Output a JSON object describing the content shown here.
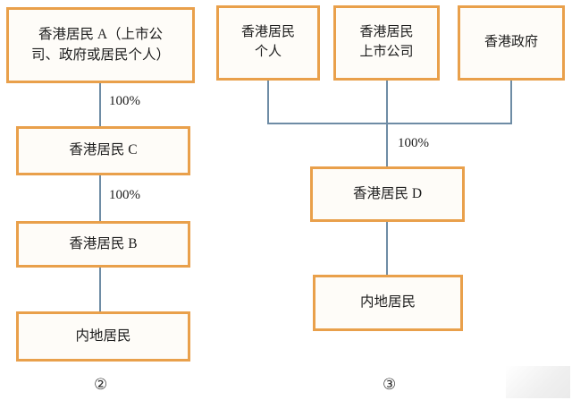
{
  "diagram": {
    "background_color": "#ffffff",
    "box_border_color": "#E9A04B",
    "box_fill_color": "#FEFCF8",
    "connector_color": "#6E8CA5",
    "charts": [
      {
        "id": "diagram-2",
        "figure_label": "②",
        "nodes": [
          {
            "id": "hk-a",
            "text": "香港居民 A（上市公\n司、政府或居民个人）",
            "line1": "香港居民 A（上市公",
            "line2": "司、政府或居民个人）"
          },
          {
            "id": "hk-c",
            "text": "香港居民 C"
          },
          {
            "id": "hk-b",
            "text": "香港居民 B"
          },
          {
            "id": "mainland-resident",
            "text": "内地居民"
          }
        ],
        "edges": [
          {
            "from": "hk-a",
            "to": "hk-c",
            "label": "100%"
          },
          {
            "from": "hk-c",
            "to": "hk-b",
            "label": "100%"
          },
          {
            "from": "hk-b",
            "to": "mainland-resident",
            "label": ""
          }
        ]
      },
      {
        "id": "diagram-3",
        "figure_label": "③",
        "nodes": [
          {
            "id": "hk-individual",
            "text": "香港居民\n个人",
            "line1": "香港居民",
            "line2": "个人"
          },
          {
            "id": "hk-listed-company",
            "text": "香港居民\n上市公司",
            "line1": "香港居民",
            "line2": "上市公司"
          },
          {
            "id": "hk-government",
            "text": "香港政府"
          },
          {
            "id": "hk-d",
            "text": "香港居民 D"
          },
          {
            "id": "mainland-resident",
            "text": "内地居民"
          }
        ],
        "edges": [
          {
            "from": "hk-individual",
            "to": "hk-d",
            "label": ""
          },
          {
            "from": "hk-listed-company",
            "to": "hk-d",
            "label": ""
          },
          {
            "from": "hk-government",
            "to": "hk-d",
            "label": ""
          },
          {
            "from": "merge-bar",
            "to": "hk-d",
            "label": "100%"
          },
          {
            "from": "hk-d",
            "to": "mainland-resident",
            "label": ""
          }
        ]
      }
    ]
  }
}
